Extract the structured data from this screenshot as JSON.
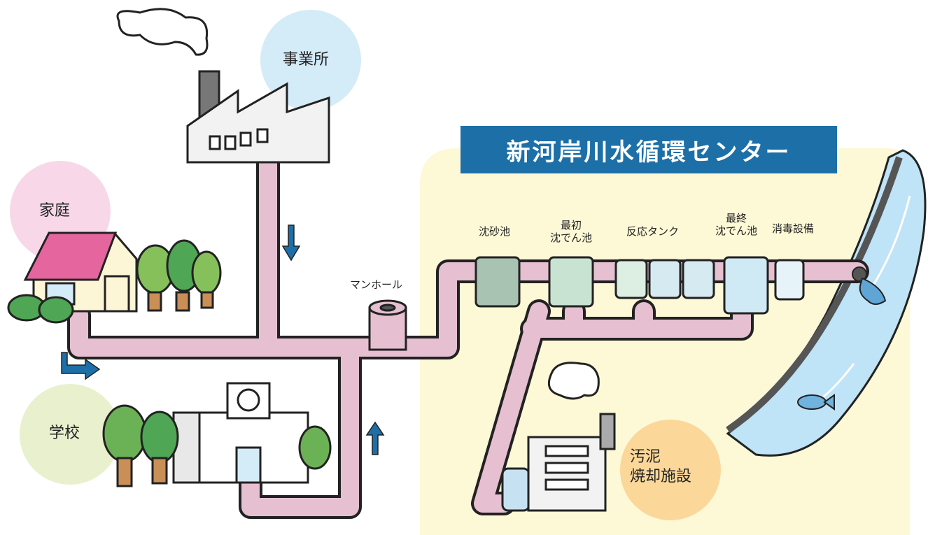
{
  "title": "新河岸川水循環センター",
  "sources": {
    "business": "事業所",
    "home": "家庭",
    "school": "学校"
  },
  "manhole": "マンホール",
  "facilities": {
    "grit_chamber": "沈砂池",
    "primary_l1": "最初",
    "primary_l2": "沈でん池",
    "reaction_tank": "反応タンク",
    "final_l1": "最終",
    "final_l2": "沈でん池",
    "disinfection": "消毒設備"
  },
  "incinerator": {
    "line1": "汚泥",
    "line2": "焼却施設"
  },
  "icons": [
    "factory-icon",
    "house-icon",
    "school-icon",
    "tree-icon",
    "manhole-icon",
    "smoke-cloud-icon",
    "flow-arrow-icon",
    "river-icon",
    "fish-icon",
    "outfall-pipe-icon"
  ],
  "colors": {
    "pipe": "#e6bfd0",
    "center_area": "#fdf8d6",
    "title_bg": "#1d6fa8",
    "business_circle": "#d4ebf8",
    "home_circle": "#f8d8e8",
    "school_circle": "#e9f0cd",
    "incinerator_circle": "#fbd79a",
    "river": "#bfe3f7",
    "arrow": "#1d6fa8"
  }
}
